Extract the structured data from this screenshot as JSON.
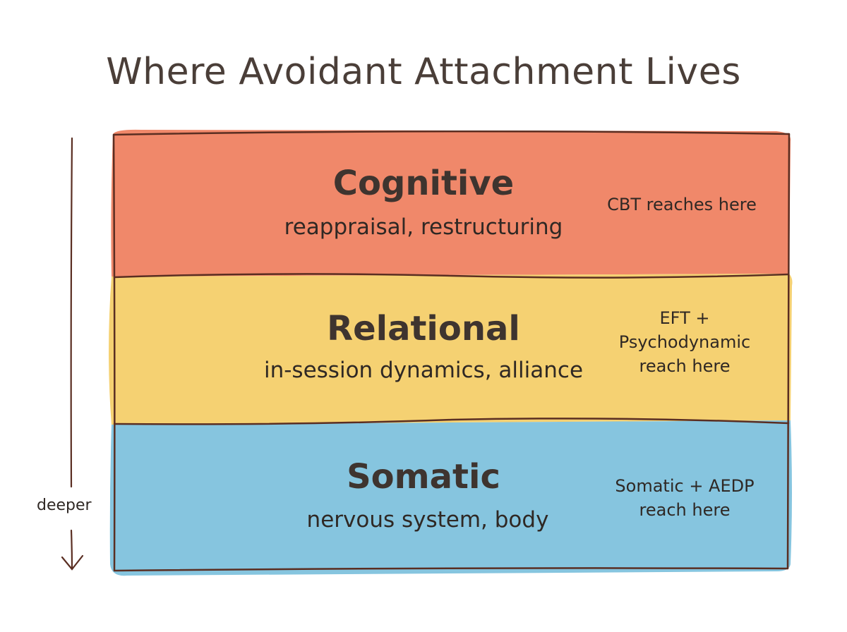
{
  "title": "Where Avoidant Attachment Lives",
  "axis": {
    "label": "deeper",
    "direction": "down"
  },
  "layers": [
    {
      "name": "Cognitive",
      "description": "reappraisal, restructuring",
      "reach": "CBT reaches here",
      "color": "#f0886a"
    },
    {
      "name": "Relational",
      "description": "in-session dynamics, alliance",
      "reach": "EFT + Psychodynamic reach here",
      "color": "#f5d172"
    },
    {
      "name": "Somatic",
      "description": "nervous system, body",
      "reach": "Somatic + AEDP reach here",
      "color": "#86c5df"
    }
  ],
  "outline_color": "#5a2e22"
}
